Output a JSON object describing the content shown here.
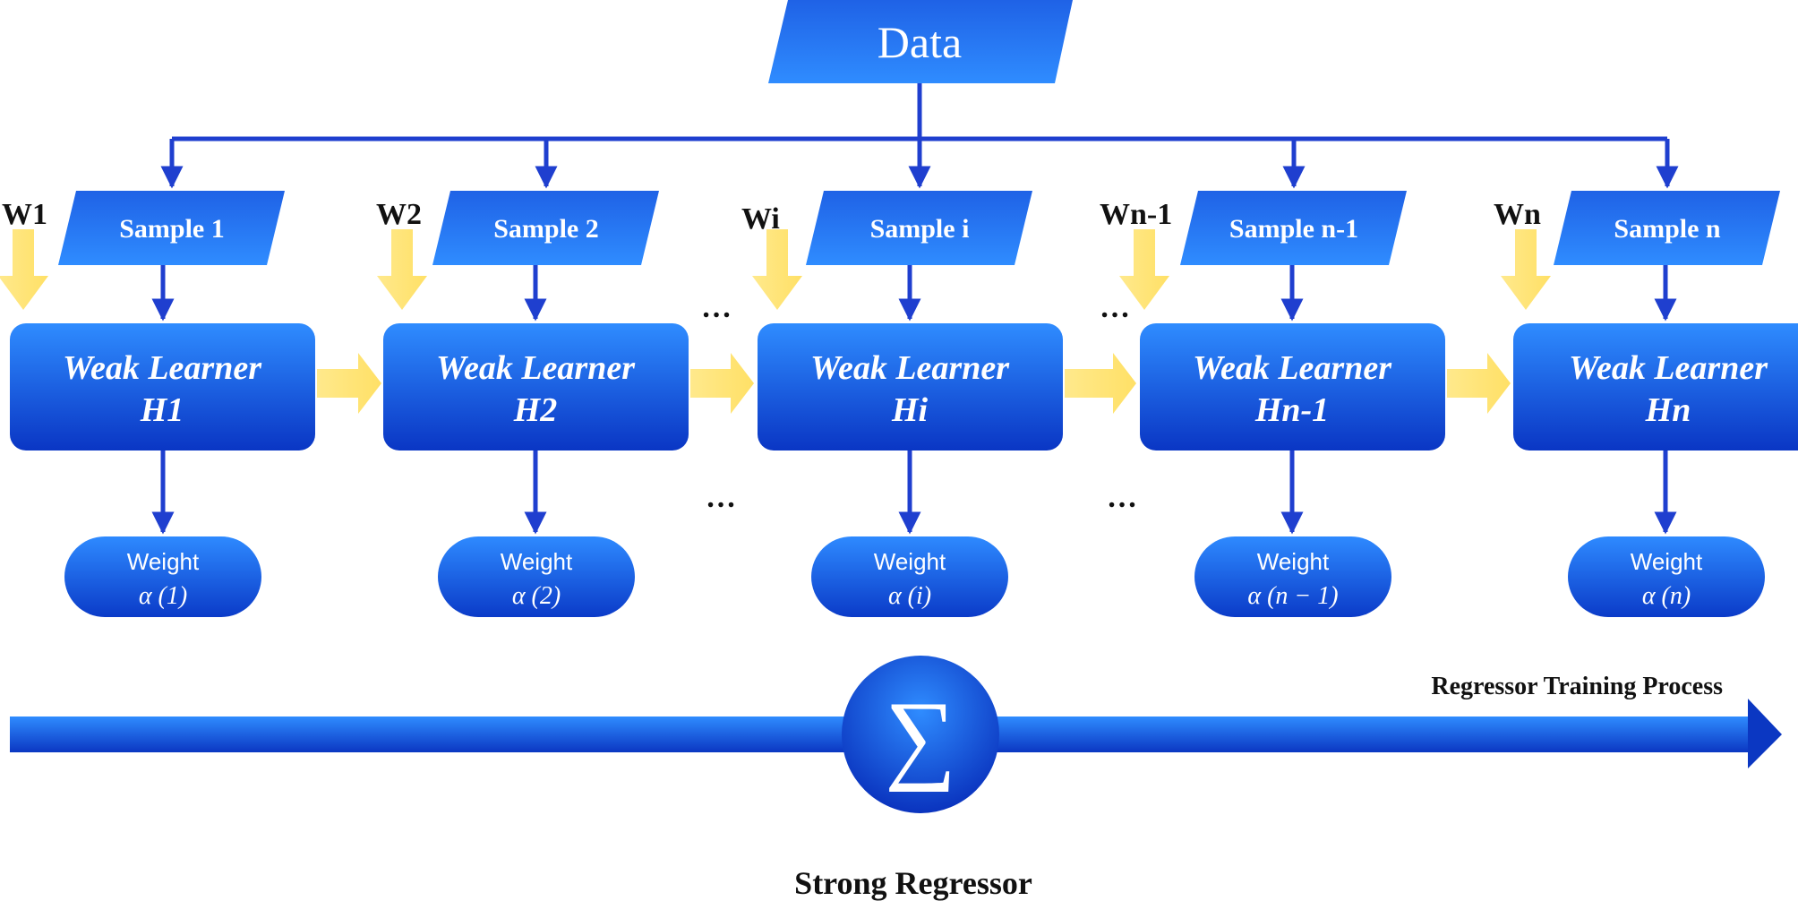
{
  "data_box": {
    "label": "Data"
  },
  "columns": [
    {
      "weight_label": "W1",
      "sample": "Sample 1",
      "learner_line1": "Weak Learner",
      "learner_line2": "H1",
      "weight_title": "Weight",
      "alpha": "α (1)"
    },
    {
      "weight_label": "W2",
      "sample": "Sample 2",
      "learner_line1": "Weak Learner",
      "learner_line2": "H2",
      "weight_title": "Weight",
      "alpha": "α (2)"
    },
    {
      "weight_label": "Wi",
      "sample": "Sample i",
      "learner_line1": "Weak Learner",
      "learner_line2": "Hi",
      "weight_title": "Weight",
      "alpha": "α (i)"
    },
    {
      "weight_label": "Wn-1",
      "sample": "Sample n-1",
      "learner_line1": "Weak Learner",
      "learner_line2": "Hn-1",
      "weight_title": "Weight",
      "alpha": "α (n − 1)"
    },
    {
      "weight_label": "Wn",
      "sample": "Sample n",
      "learner_line1": "Weak Learner",
      "learner_line2": "Hn",
      "weight_title": "Weight",
      "alpha": "α (n)"
    }
  ],
  "ellipsis": [
    "…",
    "…",
    "…",
    "…"
  ],
  "sum_symbol": "∑",
  "process_label": "Regressor Training Process",
  "result_label": "Strong Regressor",
  "colors": {
    "blue_dark": "#0a2fb8",
    "blue_light": "#2a86ff",
    "connector": "#1f3fcf",
    "weight_arrow": "#ffe680"
  }
}
